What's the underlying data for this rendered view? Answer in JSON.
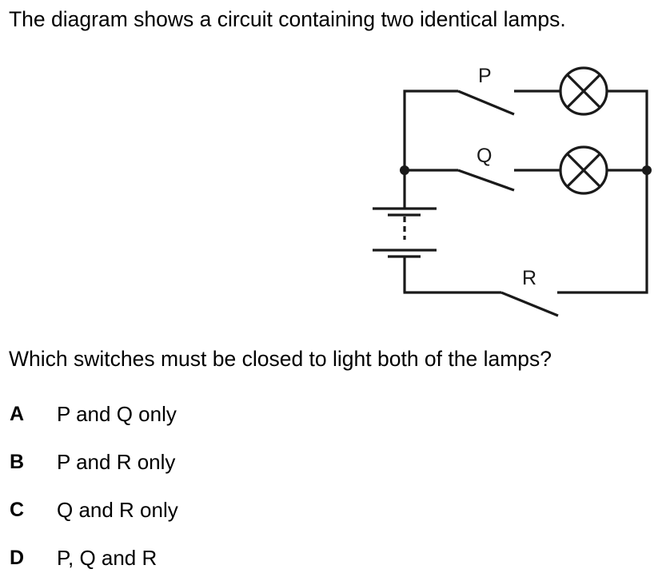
{
  "question": {
    "intro": "The diagram shows a circuit containing two identical lamps.",
    "prompt": "Which switches must be closed to light both of the lamps?"
  },
  "diagram": {
    "switch_labels": {
      "top": "P",
      "middle": "Q",
      "bottom": "R"
    },
    "components": [
      {
        "type": "switch",
        "label": "P",
        "state": "open",
        "branch": "top"
      },
      {
        "type": "lamp",
        "branch": "top"
      },
      {
        "type": "switch",
        "label": "Q",
        "state": "open",
        "branch": "middle"
      },
      {
        "type": "lamp",
        "branch": "middle"
      },
      {
        "type": "battery",
        "cells": 2
      },
      {
        "type": "switch",
        "label": "R",
        "state": "open",
        "branch": "bottom"
      }
    ]
  },
  "options": [
    {
      "letter": "A",
      "text": "P and Q only"
    },
    {
      "letter": "B",
      "text": "P and R only"
    },
    {
      "letter": "C",
      "text": "Q and R only"
    },
    {
      "letter": "D",
      "text": "P, Q and R"
    }
  ]
}
